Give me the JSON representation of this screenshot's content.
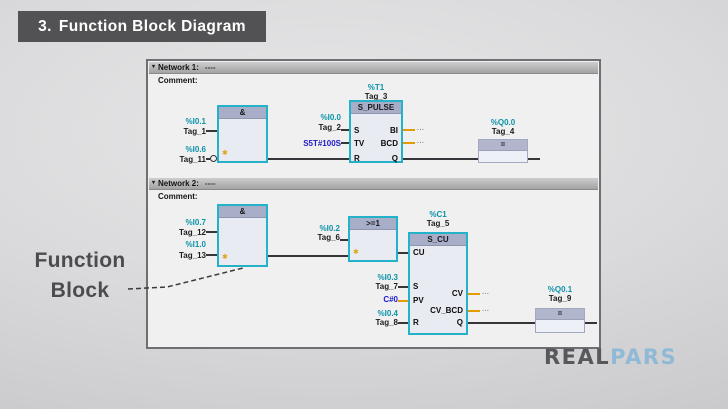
{
  "page": {
    "title_number": "3.",
    "title_text": "Function Block Diagram"
  },
  "annotation": {
    "line1": "Function",
    "line2": "Block"
  },
  "logo": {
    "part1": "REAL",
    "part2": "PARS"
  },
  "colors": {
    "block_border_cyan": "#23b2c9",
    "operand_teal": "#0b93a8",
    "constant_blue": "#1d18c9",
    "unconnected_orange": "#e39b00",
    "badge_bg": "#525254",
    "logo_gray": "#57585b",
    "logo_blue": "#90b9d6"
  },
  "diagram": {
    "net1": {
      "collapse": "▾",
      "title": "Network 1:",
      "dots": "----",
      "comment": "Comment:",
      "and": {
        "header": "&",
        "in1_addr": "%I0.1",
        "in1_tag": "Tag_1",
        "in2_addr": "%I0.6",
        "in2_tag": "Tag_11",
        "marker": "✱"
      },
      "timer": {
        "addr": "%T1",
        "tag": "Tag_3",
        "header": "S_PULSE",
        "p_s": "S",
        "p_tv": "TV",
        "p_r": "R",
        "p_bi": "BI",
        "p_bcd": "BCD",
        "p_q": "Q",
        "s_addr": "%I0.0",
        "s_tag": "Tag_2",
        "tv_const": "S5T#100S",
        "bi_open": "...",
        "bcd_open": "..."
      },
      "coil": {
        "addr": "%Q0.0",
        "tag": "Tag_4",
        "symbol": "="
      }
    },
    "net2": {
      "collapse": "▾",
      "title": "Network 2:",
      "dots": "----",
      "comment": "Comment:",
      "and": {
        "header": "&",
        "in1_addr": "%I0.7",
        "in1_tag": "Tag_12",
        "in2_addr": "%I1.0",
        "in2_tag": "Tag_13",
        "marker": "✱"
      },
      "or": {
        "header": ">=1",
        "in_addr": "%I0.2",
        "in_tag": "Tag_6",
        "marker": "✱"
      },
      "counter": {
        "addr": "%C1",
        "tag": "Tag_5",
        "header": "S_CU",
        "p_cu": "CU",
        "p_s": "S",
        "p_pv": "PV",
        "p_r": "R",
        "p_cv": "CV",
        "p_cvbcd": "CV_BCD",
        "p_q": "Q",
        "s_addr": "%I0.3",
        "s_tag": "Tag_7",
        "pv_const": "C#0",
        "r_addr": "%I0.4",
        "r_tag": "Tag_8",
        "cv_open": "...",
        "cvbcd_open": "..."
      },
      "coil": {
        "addr": "%Q0.1",
        "tag": "Tag_9",
        "symbol": "="
      }
    }
  }
}
